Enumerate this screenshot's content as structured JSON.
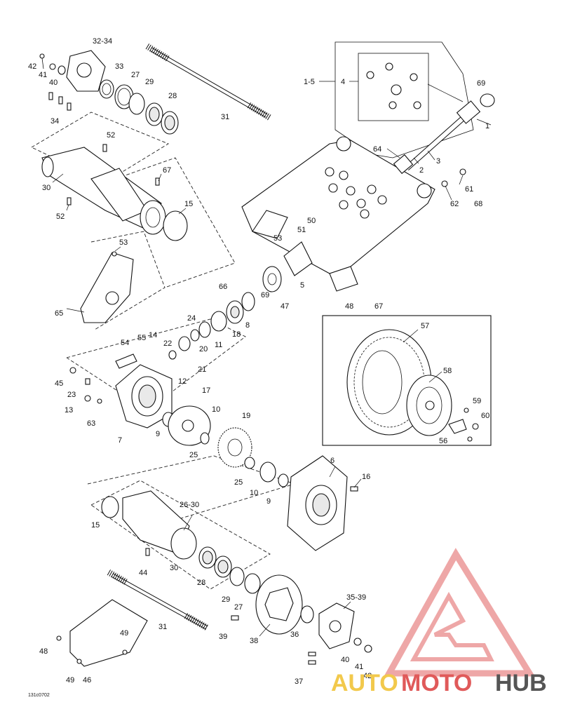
{
  "diagram": {
    "reference_code": "131c0702",
    "callouts": [
      {
        "id": "c-42a",
        "text": "42"
      },
      {
        "id": "c-41a",
        "text": "41"
      },
      {
        "id": "c-40a",
        "text": "40"
      },
      {
        "id": "c-32-34",
        "text": "32-34"
      },
      {
        "id": "c-33",
        "text": "33"
      },
      {
        "id": "c-27a",
        "text": "27"
      },
      {
        "id": "c-29a",
        "text": "29"
      },
      {
        "id": "c-28a",
        "text": "28"
      },
      {
        "id": "c-34",
        "text": "34"
      },
      {
        "id": "c-31a",
        "text": "31"
      },
      {
        "id": "c-1-5",
        "text": "1-5"
      },
      {
        "id": "c-4",
        "text": "4"
      },
      {
        "id": "c-69a",
        "text": "69"
      },
      {
        "id": "c-1",
        "text": "1"
      },
      {
        "id": "c-64",
        "text": "64"
      },
      {
        "id": "c-2",
        "text": "2"
      },
      {
        "id": "c-3",
        "text": "3"
      },
      {
        "id": "c-61",
        "text": "61"
      },
      {
        "id": "c-62",
        "text": "62"
      },
      {
        "id": "c-68",
        "text": "68"
      },
      {
        "id": "c-52a",
        "text": "52"
      },
      {
        "id": "c-30a",
        "text": "30"
      },
      {
        "id": "c-52b",
        "text": "52"
      },
      {
        "id": "c-67a",
        "text": "67"
      },
      {
        "id": "c-15a",
        "text": "15"
      },
      {
        "id": "c-53a",
        "text": "53"
      },
      {
        "id": "c-65",
        "text": "65"
      },
      {
        "id": "c-50",
        "text": "50"
      },
      {
        "id": "c-51",
        "text": "51"
      },
      {
        "id": "c-53b",
        "text": "53"
      },
      {
        "id": "c-5",
        "text": "5"
      },
      {
        "id": "c-66",
        "text": "66"
      },
      {
        "id": "c-69b",
        "text": "69"
      },
      {
        "id": "c-47",
        "text": "47"
      },
      {
        "id": "c-48a",
        "text": "48"
      },
      {
        "id": "c-67b",
        "text": "67"
      },
      {
        "id": "c-24",
        "text": "24"
      },
      {
        "id": "c-20",
        "text": "20"
      },
      {
        "id": "c-11",
        "text": "11"
      },
      {
        "id": "c-18",
        "text": "18"
      },
      {
        "id": "c-8",
        "text": "8"
      },
      {
        "id": "c-54",
        "text": "54"
      },
      {
        "id": "c-55",
        "text": "55"
      },
      {
        "id": "c-14",
        "text": "14"
      },
      {
        "id": "c-22",
        "text": "22"
      },
      {
        "id": "c-21",
        "text": "21"
      },
      {
        "id": "c-45",
        "text": "45"
      },
      {
        "id": "c-12",
        "text": "12"
      },
      {
        "id": "c-23",
        "text": "23"
      },
      {
        "id": "c-13",
        "text": "13"
      },
      {
        "id": "c-63",
        "text": "63"
      },
      {
        "id": "c-17",
        "text": "17"
      },
      {
        "id": "c-10a",
        "text": "10"
      },
      {
        "id": "c-9a",
        "text": "9"
      },
      {
        "id": "c-7",
        "text": "7"
      },
      {
        "id": "c-25a",
        "text": "25"
      },
      {
        "id": "c-19",
        "text": "19"
      },
      {
        "id": "c-57",
        "text": "57"
      },
      {
        "id": "c-58",
        "text": "58"
      },
      {
        "id": "c-59",
        "text": "59"
      },
      {
        "id": "c-60",
        "text": "60"
      },
      {
        "id": "c-56",
        "text": "56"
      },
      {
        "id": "c-6",
        "text": "6"
      },
      {
        "id": "c-16",
        "text": "16"
      },
      {
        "id": "c-25b",
        "text": "25"
      },
      {
        "id": "c-10b",
        "text": "10"
      },
      {
        "id": "c-9b",
        "text": "9"
      },
      {
        "id": "c-15b",
        "text": "15"
      },
      {
        "id": "c-26-30",
        "text": "26-30"
      },
      {
        "id": "c-44",
        "text": "44"
      },
      {
        "id": "c-30b",
        "text": "30"
      },
      {
        "id": "c-28b",
        "text": "28"
      },
      {
        "id": "c-29b",
        "text": "29"
      },
      {
        "id": "c-27b",
        "text": "27"
      },
      {
        "id": "c-31b",
        "text": "31"
      },
      {
        "id": "c-39",
        "text": "39"
      },
      {
        "id": "c-38",
        "text": "38"
      },
      {
        "id": "c-36",
        "text": "36"
      },
      {
        "id": "c-35-39",
        "text": "35-39"
      },
      {
        "id": "c-48b",
        "text": "48"
      },
      {
        "id": "c-49a",
        "text": "49"
      },
      {
        "id": "c-49b",
        "text": "49"
      },
      {
        "id": "c-46",
        "text": "46"
      },
      {
        "id": "c-40b",
        "text": "40"
      },
      {
        "id": "c-41b",
        "text": "41"
      },
      {
        "id": "c-42b",
        "text": "42"
      },
      {
        "id": "c-37",
        "text": "37"
      }
    ]
  },
  "watermark": {
    "part1": "AUTO",
    "part2": "MOTO",
    "part3": "HUB",
    "colors": {
      "auto": "#f2c94c",
      "moto": "#e05a5a",
      "hub": "#555555",
      "logo": "#e05a5a"
    }
  }
}
